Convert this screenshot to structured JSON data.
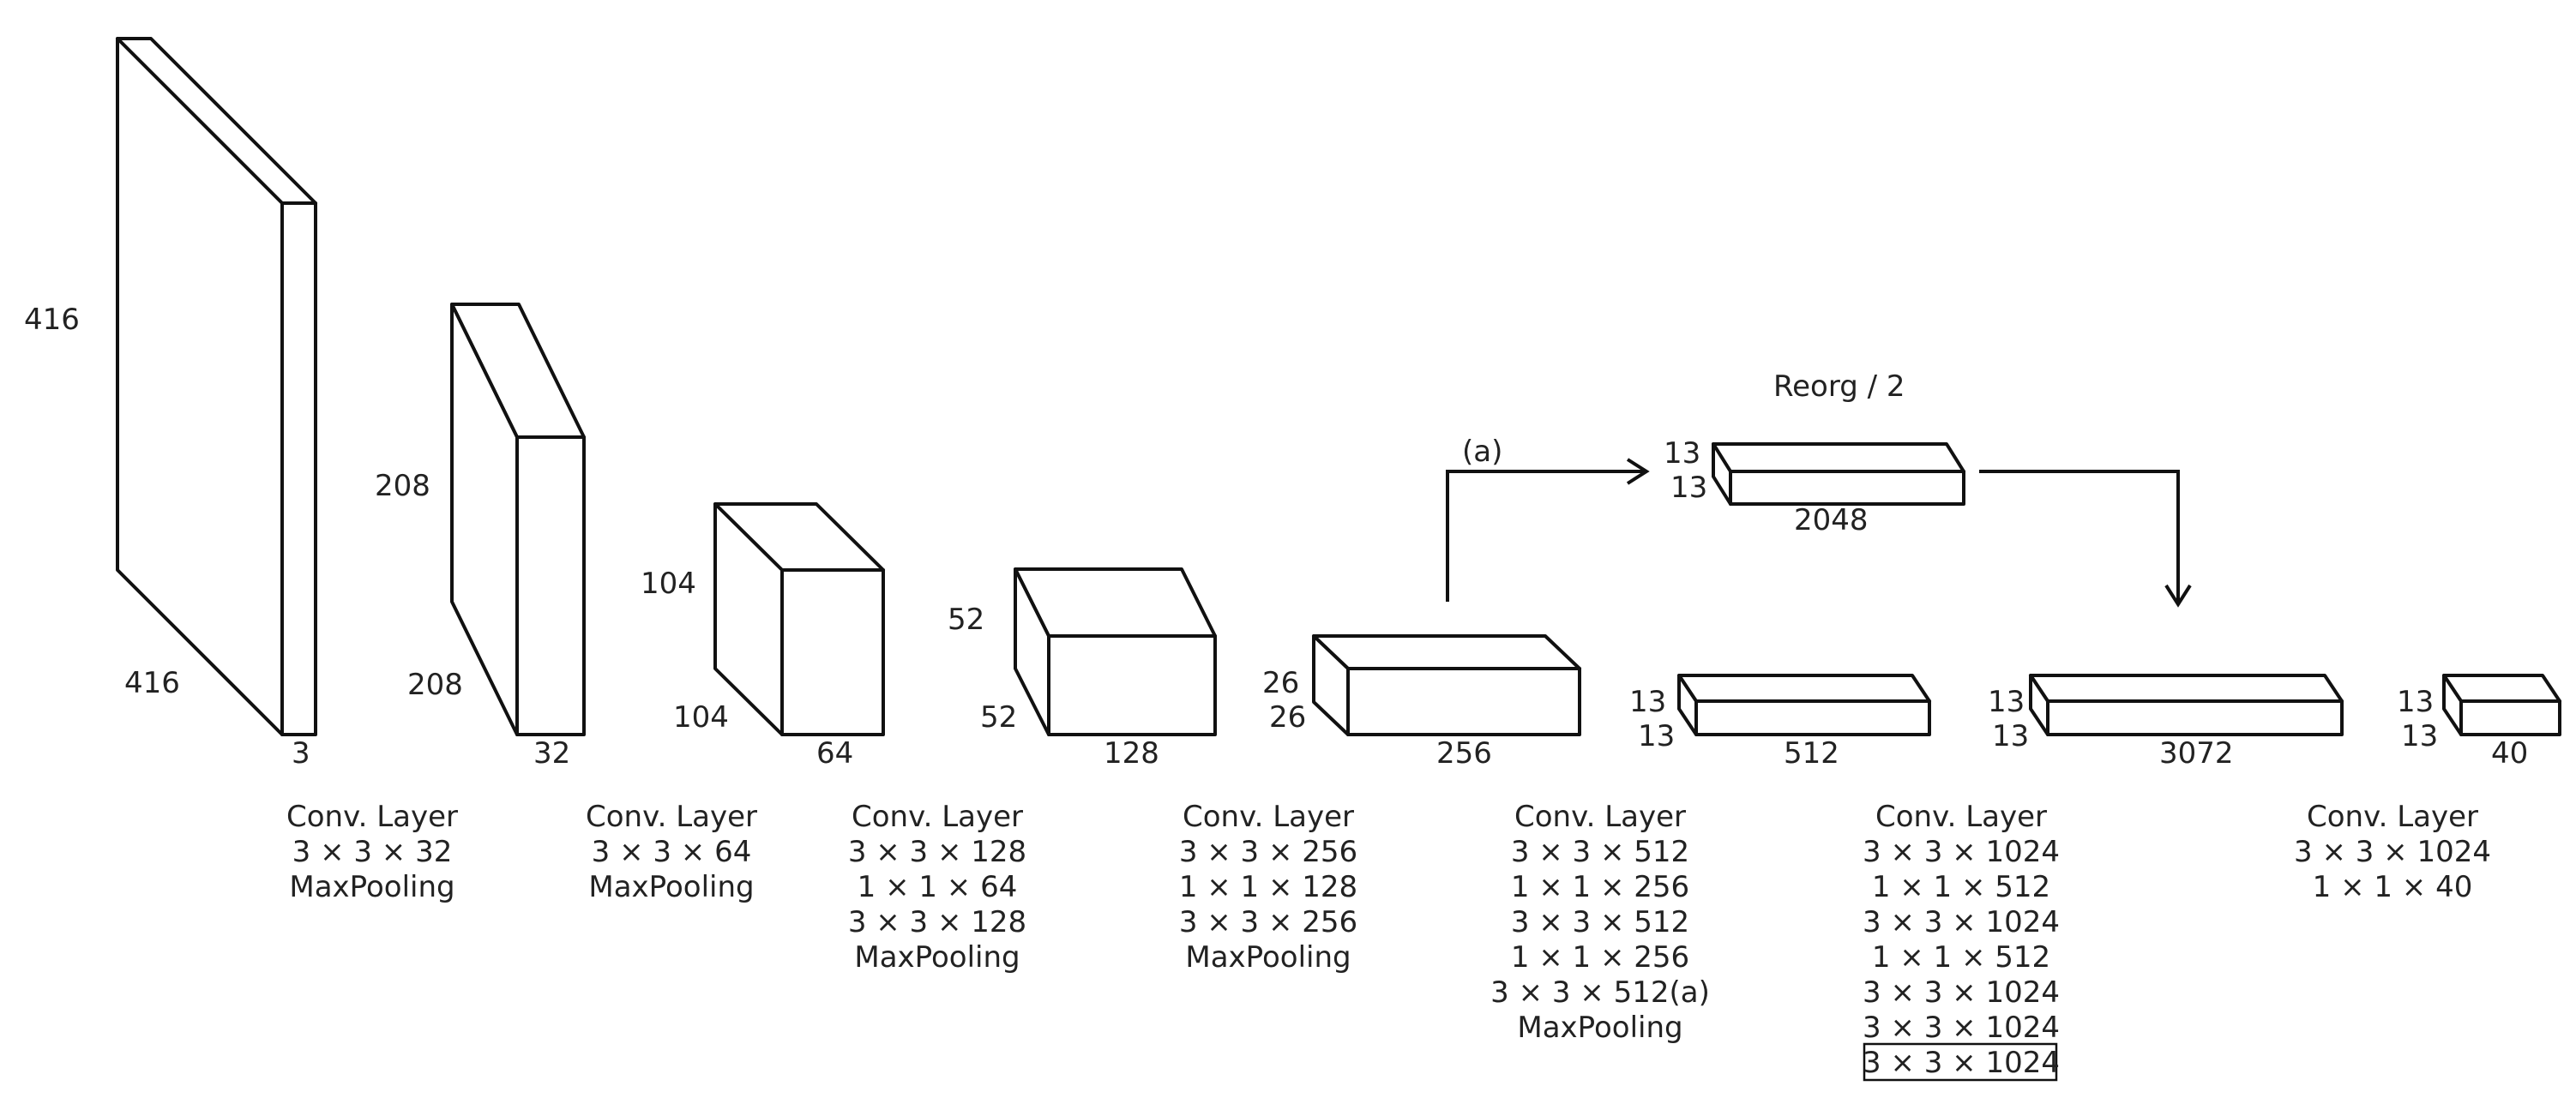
{
  "blocks": [
    {
      "dim_h": "416",
      "dim_d": "416",
      "dim_w": "3"
    },
    {
      "dim_h": "208",
      "dim_d": "208",
      "dim_w": "32"
    },
    {
      "dim_h": "104",
      "dim_d": "104",
      "dim_w": "64"
    },
    {
      "dim_h": "52",
      "dim_d": "52",
      "dim_w": "128"
    },
    {
      "dim_h": "26",
      "dim_d": "26",
      "dim_w": "256"
    },
    {
      "dim_h": "13",
      "dim_d": "13",
      "dim_w": "512"
    },
    {
      "dim_h": "13",
      "dim_d": "13",
      "dim_w": "3072"
    },
    {
      "dim_h": "13",
      "dim_d": "13",
      "dim_w": "40"
    }
  ],
  "reorg": {
    "title": "Reorg / 2",
    "branch_label": "(a)",
    "dim_h": "13",
    "dim_d": "13",
    "dim_w": "2048"
  },
  "captions": [
    [
      "Conv. Layer",
      "3 × 3 × 32",
      "MaxPooling"
    ],
    [
      "Conv. Layer",
      "3 × 3 × 64",
      "MaxPooling"
    ],
    [
      "Conv. Layer",
      "3 × 3 × 128",
      "1 × 1 × 64",
      "3 × 3 × 128",
      "MaxPooling"
    ],
    [
      "Conv. Layer",
      "3 × 3 × 256",
      "1 × 1 × 128",
      "3 × 3 × 256",
      "MaxPooling"
    ],
    [
      "Conv. Layer",
      "3 × 3 × 512",
      "1 × 1 × 256",
      "3 × 3 × 512",
      "1 × 1 × 256",
      "3 × 3 × 512(a)",
      "MaxPooling"
    ],
    [
      "Conv. Layer",
      "3 × 3 × 1024",
      "1 × 1 × 512",
      "3 × 3 × 1024",
      "1 × 1 × 512",
      "3 × 3 × 1024",
      "3 × 3 × 1024",
      "3 × 3 × 1024"
    ],
    [
      "Conv. Layer",
      "3 × 3 × 1024",
      "1 × 1 × 40"
    ]
  ],
  "highlighted_caption_line": "3 × 3 × 1024"
}
